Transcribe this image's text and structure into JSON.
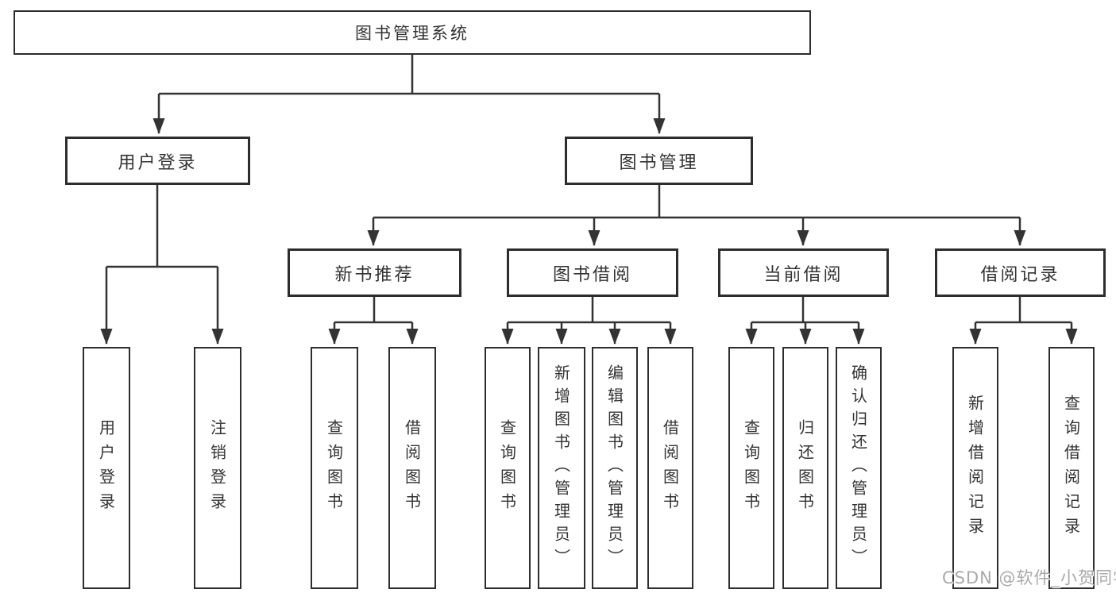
{
  "diagram": {
    "root": {
      "label": "图书管理系统"
    },
    "branches": [
      {
        "label": "用户登录",
        "children": [
          {
            "label": "用户登录"
          },
          {
            "label": "注销登录"
          }
        ]
      },
      {
        "label": "图书管理",
        "children": [
          {
            "label": "新书推荐",
            "children": [
              {
                "label": "查询图书"
              },
              {
                "label": "借阅图书"
              }
            ]
          },
          {
            "label": "图书借阅",
            "children": [
              {
                "label": "查询图书"
              },
              {
                "label": "新增图书（管理员）"
              },
              {
                "label": "编辑图书（管理员）"
              },
              {
                "label": "借阅图书"
              }
            ]
          },
          {
            "label": "当前借阅",
            "children": [
              {
                "label": "查询图书"
              },
              {
                "label": "归还图书"
              },
              {
                "label": "确认归还（管理员）"
              }
            ]
          },
          {
            "label": "借阅记录",
            "children": [
              {
                "label": "新增借阅记录"
              },
              {
                "label": "查询借阅记录"
              }
            ]
          }
        ]
      }
    ]
  },
  "watermark": {
    "text": "CSDN @软件_小贺同学"
  },
  "colors": {
    "line": "#333333",
    "box_border": "#2d2d2d",
    "text": "#333333",
    "watermark": "#a9a9a9",
    "background": "#ffffff"
  }
}
